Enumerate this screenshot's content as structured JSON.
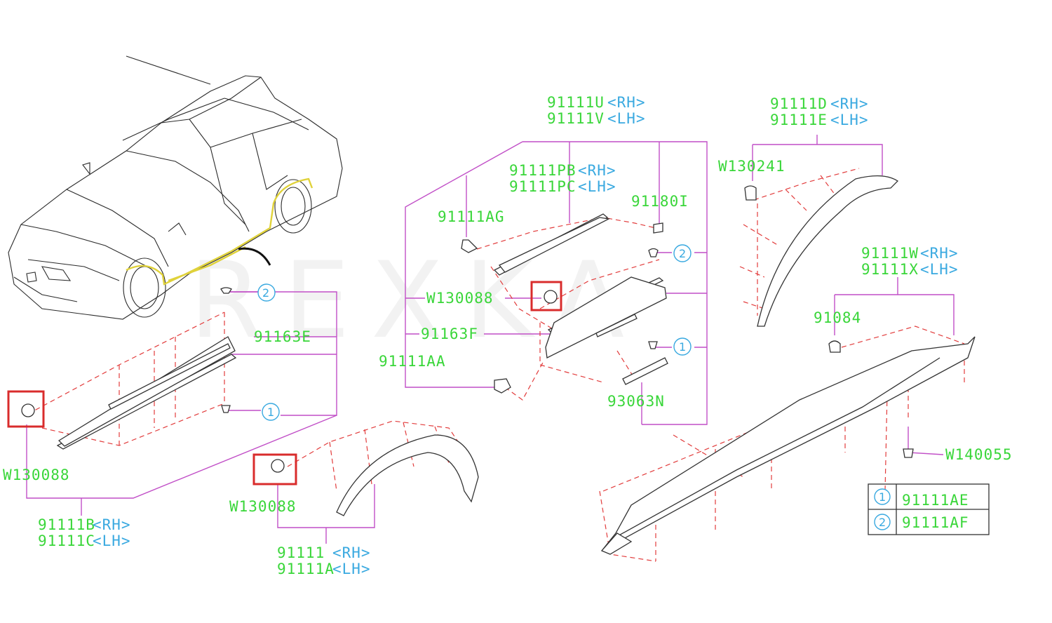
{
  "watermark": "REXKA",
  "colors": {
    "part_label": "#39d639",
    "side_label": "#39a9e0",
    "leader_line": "#c14fc7",
    "hidden_line": "#e23c3c",
    "highlight_box": "#d92c2c",
    "trim_highlight": "#e0d23a"
  },
  "labels": {
    "u_rh": {
      "num": "91111U",
      "side": "<RH>"
    },
    "v_lh": {
      "num": "91111V",
      "side": "<LH>"
    },
    "pb_rh": {
      "num": "91111PB",
      "side": "<RH>"
    },
    "pc_lh": {
      "num": "91111PC",
      "side": "<LH>"
    },
    "d_rh": {
      "num": "91111D",
      "side": "<RH>"
    },
    "e_lh": {
      "num": "91111E",
      "side": "<LH>"
    },
    "w_rh": {
      "num": "91111W",
      "side": "<RH>"
    },
    "x_lh": {
      "num": "91111X",
      "side": "<LH>"
    },
    "b_rh": {
      "num": "91111B",
      "side": "<RH>"
    },
    "c_lh": {
      "num": "91111C",
      "side": "<LH>"
    },
    "base_rh": {
      "num": "91111",
      "side": "<RH>"
    },
    "a_lh": {
      "num": "91111A",
      "side": "<LH>"
    },
    "ag": "91111AG",
    "aa": "91111AA",
    "i180": "91180I",
    "e163": "91163E",
    "f163": "91163F",
    "n063": "93063N",
    "c084": "91084",
    "w241": "W130241",
    "w088_left": "W130088",
    "w088_mid": "W130088",
    "w088_bottom": "W130088",
    "w055": "W140055"
  },
  "callouts": {
    "one": "1",
    "two": "2"
  },
  "legend": [
    {
      "key": "1",
      "part": "91111AE"
    },
    {
      "key": "2",
      "part": "91111AF"
    }
  ]
}
